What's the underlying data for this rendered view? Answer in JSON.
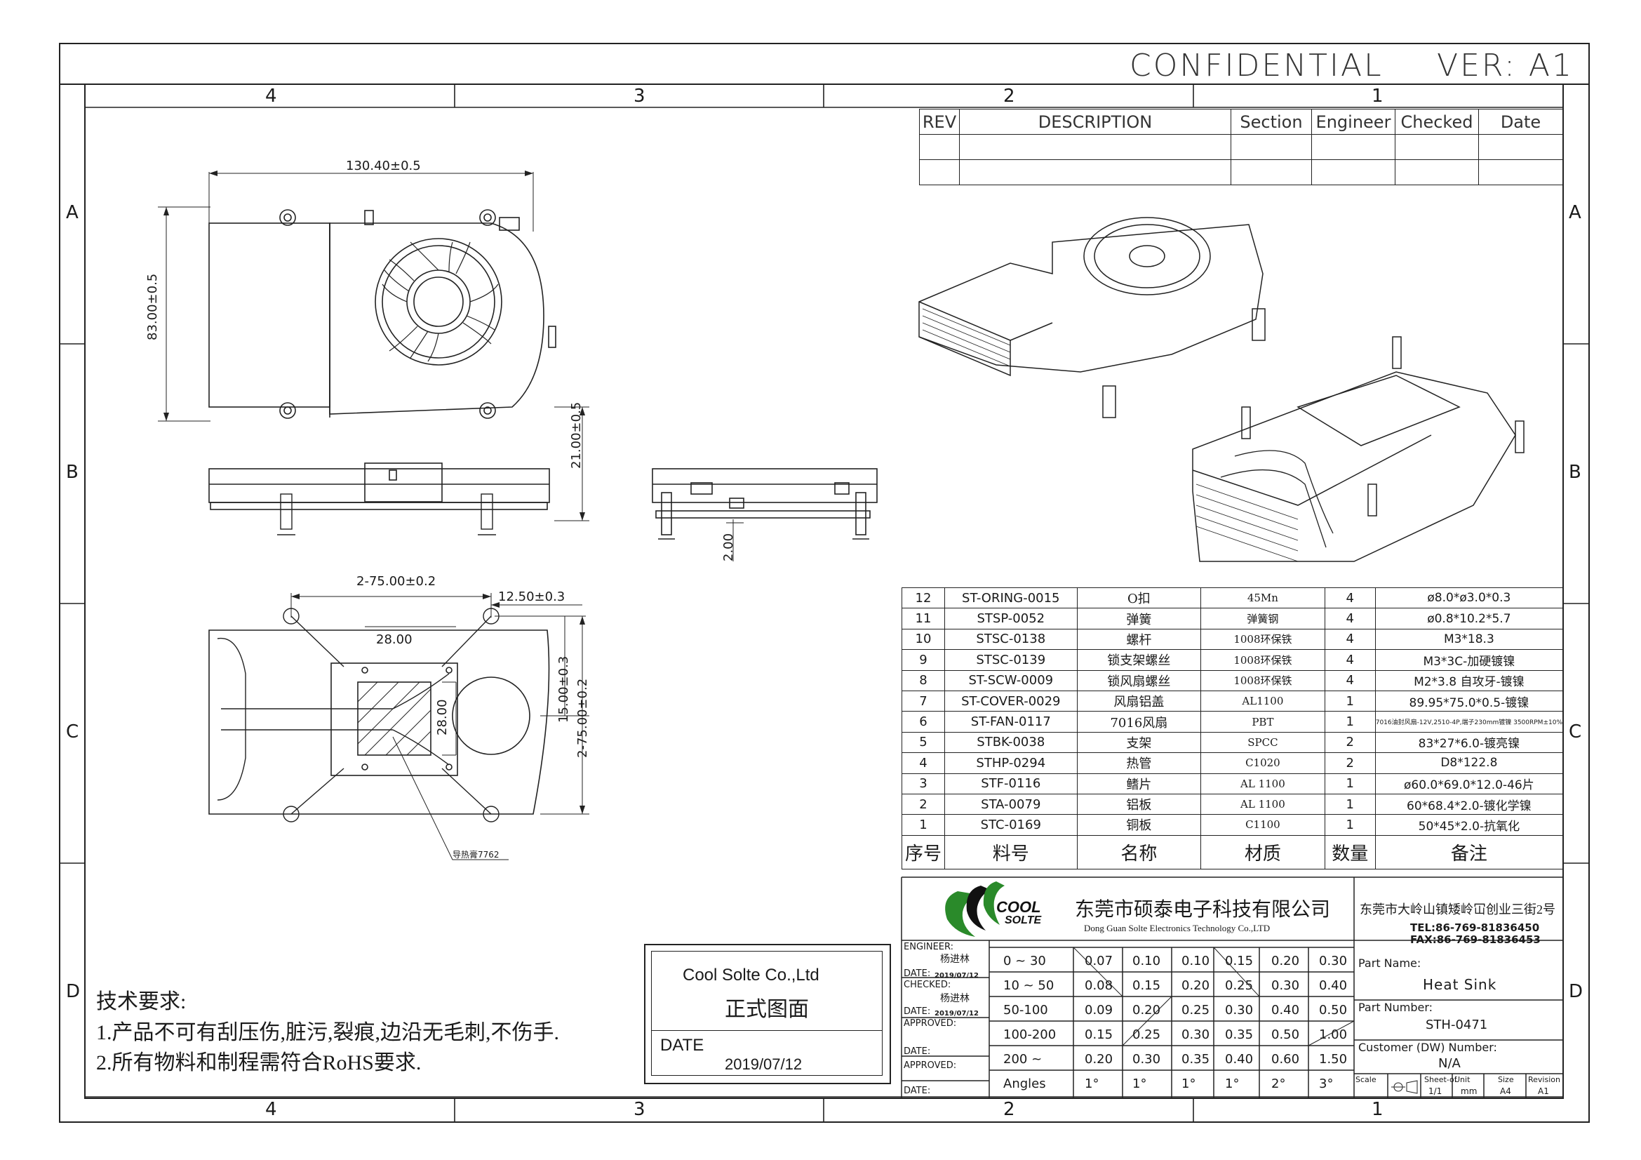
{
  "header": {
    "confidential": "CONFIDENTIAL",
    "version": "VER: A1"
  },
  "zones": {
    "top": [
      "4",
      "3",
      "2",
      "1"
    ],
    "bottom": [
      "4",
      "3",
      "2",
      "1"
    ],
    "left": [
      "A",
      "B",
      "C",
      "D"
    ],
    "right": [
      "A",
      "B",
      "C",
      "D"
    ]
  },
  "revision_table": {
    "headers": [
      "REV",
      "DESCRIPTION",
      "Section",
      "Engineer",
      "Checked",
      "Date"
    ]
  },
  "dimensions": {
    "width_top": "130.40±0.5",
    "height_left": "83.00±0.5",
    "thickness": "21.00±0.5",
    "side_gap": "2.00",
    "hole_pitch_x": "2-75.00±0.2",
    "offset_x": "12.50±0.3",
    "pad_w": "28.00",
    "pad_h": "28.00",
    "offset_y": "15.00±0.3",
    "hole_pitch_y": "2-75.00±0.2",
    "thermal_pad_note": "导热膏7762"
  },
  "bom": {
    "rows": [
      {
        "no": "12",
        "part": "ST-ORING-0015",
        "name": "O扣",
        "material": "45Mn",
        "qty": "4",
        "remark": "ø8.0*ø3.0*0.3"
      },
      {
        "no": "11",
        "part": "STSP-0052",
        "name": "弹簧",
        "material": "弹簧钢",
        "qty": "4",
        "remark": "ø0.8*10.2*5.7"
      },
      {
        "no": "10",
        "part": "STSC-0138",
        "name": "螺杆",
        "material": "1008环保铁",
        "qty": "4",
        "remark": "M3*18.3"
      },
      {
        "no": "9",
        "part": "STSC-0139",
        "name": "锁支架螺丝",
        "material": "1008环保铁",
        "qty": "4",
        "remark": "M3*3C-加硬镀镍"
      },
      {
        "no": "8",
        "part": "ST-SCW-0009",
        "name": "锁风扇螺丝",
        "material": "1008环保铁",
        "qty": "4",
        "remark": "M2*3.8 自攻牙-镀镍"
      },
      {
        "no": "7",
        "part": "ST-COVER-0029",
        "name": "风扇铝盖",
        "material": "AL1100",
        "qty": "1",
        "remark": "89.95*75.0*0.5-镀镍"
      },
      {
        "no": "6",
        "part": "ST-FAN-0117",
        "name": "7016风扇",
        "material": "PBT",
        "qty": "1",
        "remark": "7016油封风扇-12V,2510-4P,端子230mm镀镍 3500RPM±10%"
      },
      {
        "no": "5",
        "part": "STBK-0038",
        "name": "支架",
        "material": "SPCC",
        "qty": "2",
        "remark": "83*27*6.0-镀亮镍"
      },
      {
        "no": "4",
        "part": "STHP-0294",
        "name": "热管",
        "material": "C1020",
        "qty": "2",
        "remark": "D8*122.8"
      },
      {
        "no": "3",
        "part": "STF-0116",
        "name": "鳍片",
        "material": "AL 1100",
        "qty": "1",
        "remark": "ø60.0*69.0*12.0-46片"
      },
      {
        "no": "2",
        "part": "STA-0079",
        "name": "铝板",
        "material": "AL 1100",
        "qty": "1",
        "remark": "60*68.4*2.0-镀化学镍"
      },
      {
        "no": "1",
        "part": "STC-0169",
        "name": "铜板",
        "material": "C1100",
        "qty": "1",
        "remark": "50*45*2.0-抗氧化"
      }
    ],
    "headers": {
      "no": "序号",
      "part": "料号",
      "name": "名称",
      "material": "材质",
      "qty": "数量",
      "remark": "备注"
    }
  },
  "company": {
    "logo_text": "COOL SOLTE",
    "name_cn": "东莞市硕泰电子科技有限公司",
    "name_en": "Dong Guan Solte Electronics Technology Co.,LTD",
    "address": "东莞市大岭山镇矮岭冚创业三街2号",
    "tel": "TEL:86-769-81836450",
    "fax": "FAX:86-769-81836453"
  },
  "signoff": {
    "engineer_label": "ENGINEER:",
    "engineer_name": "杨进林",
    "date1_label": "DATE:",
    "date1": "2019/07/12",
    "checked_label": "CHECKED:",
    "checked_name": "杨进林",
    "date2_label": "DATE:",
    "date2": "2019/07/12",
    "approved1_label": "APPROVED:",
    "date3_label": "DATE:",
    "approved2_label": "APPROVED:",
    "date4_label": "DATE:"
  },
  "tolerances": {
    "rows": [
      [
        "0 ~ 30",
        "0.07",
        "0.10",
        "0.10",
        "0.15",
        "0.20",
        "0.30"
      ],
      [
        "10 ~ 50",
        "0.08",
        "0.15",
        "0.20",
        "0.25",
        "0.30",
        "0.40"
      ],
      [
        "50-100",
        "0.09",
        "0.20",
        "0.25",
        "0.30",
        "0.40",
        "0.50"
      ],
      [
        "100-200",
        "0.15",
        "0.25",
        "0.30",
        "0.35",
        "0.50",
        "1.00"
      ],
      [
        "200 ~",
        "0.20",
        "0.30",
        "0.35",
        "0.40",
        "0.60",
        "1.50"
      ],
      [
        "Angles",
        "1°",
        "1°",
        "1°",
        "1°",
        "2°",
        "3°"
      ]
    ]
  },
  "part_info": {
    "part_name_label": "Part Name:",
    "part_name": "Heat Sink",
    "part_number_label": "Part Number:",
    "part_number": "STH-0471",
    "customer_label": "Customer (DW) Number:",
    "customer": "N/A",
    "footer_labels": [
      "Scale",
      "Sheet-of",
      "Unit",
      "Size",
      "Revision"
    ],
    "footer_values": [
      "",
      "1/1",
      "mm",
      "A4",
      "A1"
    ]
  },
  "stamp": {
    "company": "Cool Solte  Co.,Ltd",
    "title": "正式图面",
    "date_label": "DATE",
    "date": "2019/07/12"
  },
  "notes": {
    "title": "技术要求:",
    "items": [
      "1.产品不可有刮压伤,脏污,裂痕,边沿无毛刺,不伤手.",
      "2.所有物料和制程需符合RoHS要求."
    ]
  }
}
